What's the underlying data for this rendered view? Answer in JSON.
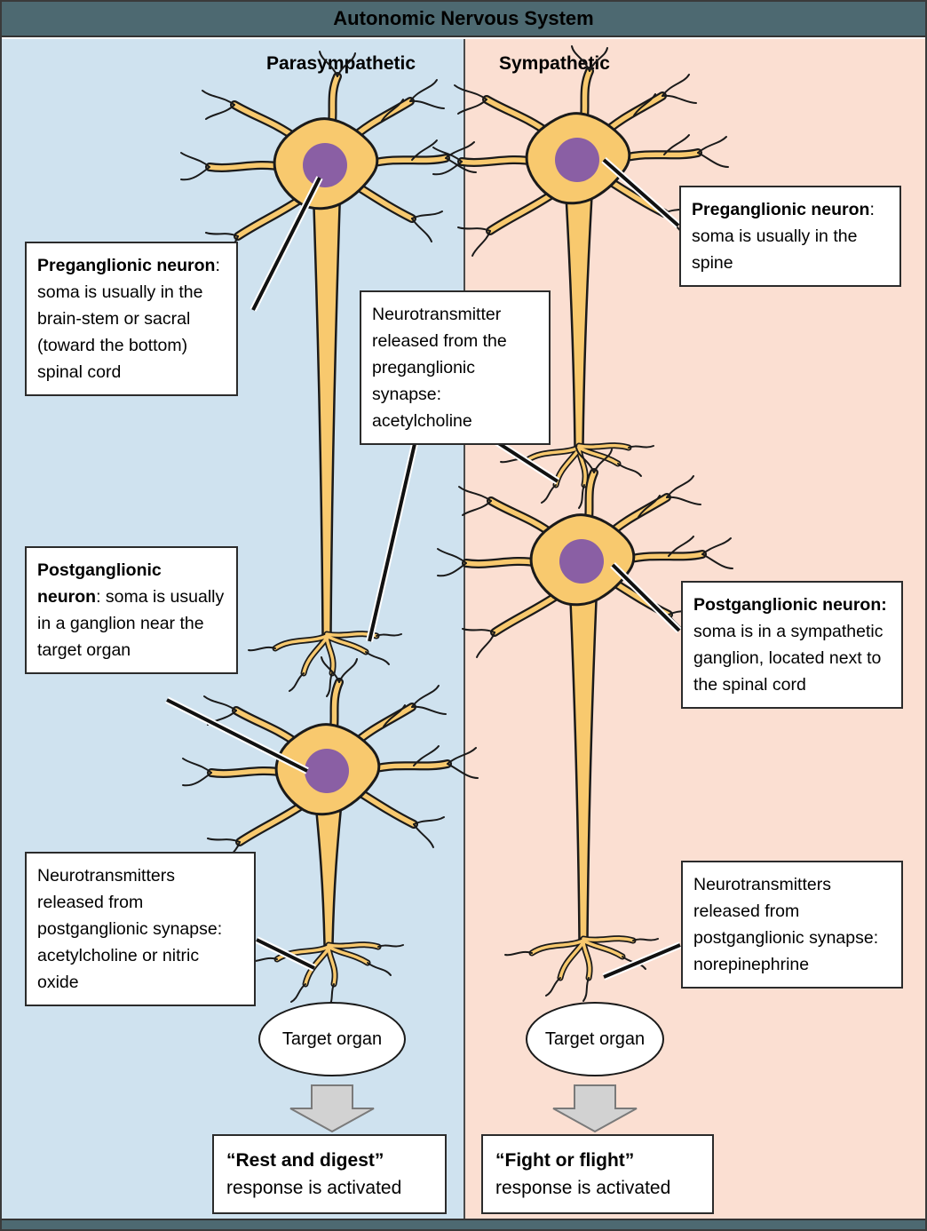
{
  "title": "Autonomic Nervous System",
  "columns": {
    "left": "Parasympathetic",
    "right": "Sympathetic"
  },
  "boxes": {
    "preganglionic_left": {
      "bold": "Preganglionic neuron",
      "rest": ": soma is usually in the brain-stem or sacral (toward the bottom) spinal cord"
    },
    "neurotransmitter_pre": {
      "bold": "",
      "rest": "Neurotransmitter released from the preganglionic synapse: acetylcholine"
    },
    "preganglionic_right": {
      "bold": "Preganglionic neuron",
      "rest": ": soma is usually in the spine"
    },
    "postganglionic_left": {
      "bold": "Postganglionic neuron",
      "rest": ": soma is usually in a ganglion near the target organ"
    },
    "postganglionic_right": {
      "bold": "Postganglionic neuron:",
      "rest": " soma is in a sympathetic ganglion, located next to the spinal cord"
    },
    "neurotransmitters_post_left": {
      "bold": "",
      "rest": "Neurotransmitters released from postganglionic synapse: acetylcholine or nitric oxide"
    },
    "neurotransmitters_post_right": {
      "bold": "",
      "rest": "Neurotransmitters released from postganglionic synapse: norepinephrine"
    }
  },
  "targets": {
    "left": "Target organ",
    "right": "Target organ"
  },
  "responses": {
    "left": {
      "bold": "“Rest and digest”",
      "rest": "response is activated"
    },
    "right": {
      "bold": "“Fight or flight”",
      "rest": "response is activated"
    }
  },
  "icons": {
    "neuron": "neuron-illustration",
    "down_arrow": "block-down-arrow"
  },
  "colors": {
    "titlebar": "#4d6971",
    "panel_left": "#cfe2ef",
    "panel_right": "#fbdfd2",
    "neuron_fill": "#f8c96e",
    "nucleus": "#8a5fa4",
    "arrow_fill": "#d2d2d2",
    "arrow_stroke": "#7a7a7a",
    "line": "#111111",
    "box_border": "#2b2b2b"
  }
}
